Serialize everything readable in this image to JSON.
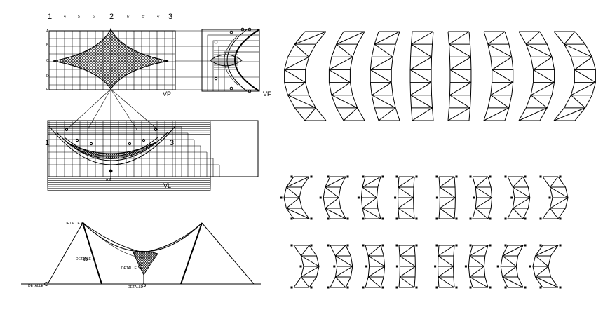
{
  "drawing": {
    "grid_column_labels": [
      "1",
      "4",
      "5",
      "6",
      "2",
      "6'",
      "5'",
      "4'",
      "3"
    ],
    "grid_row_labels": [
      "A",
      "B",
      "C",
      "D",
      "E"
    ],
    "view_labels": {
      "plan": "VP",
      "front": "VF",
      "lateral": "VL"
    },
    "lateral_side_labels": [
      "1",
      "3"
    ],
    "detail_label": "DETALLE",
    "corner_label": "A,C"
  }
}
